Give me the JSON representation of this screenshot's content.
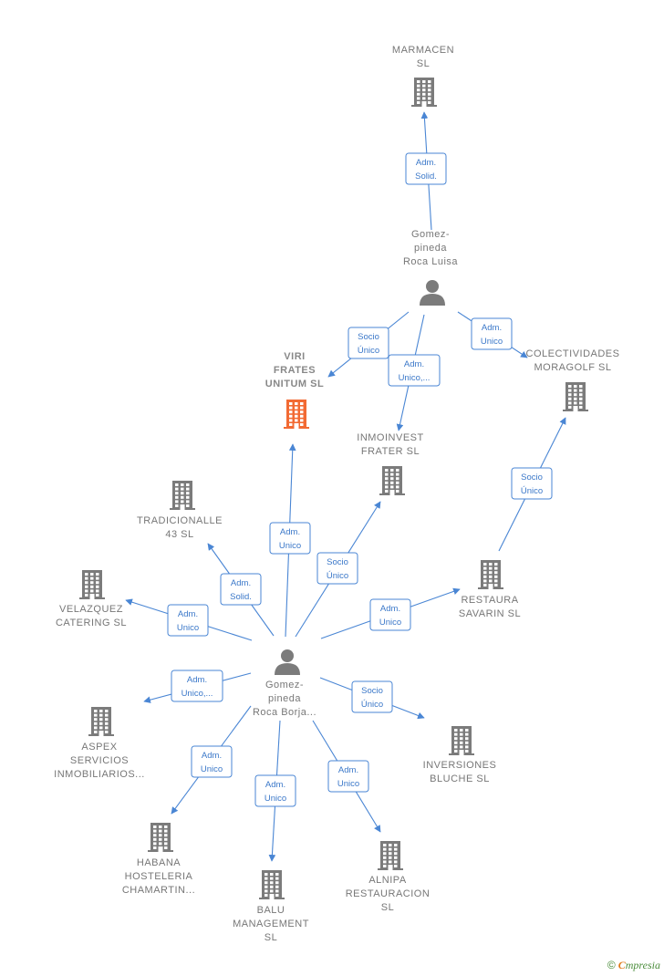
{
  "nodes": [
    {
      "id": "marmacen",
      "type": "company",
      "lines": [
        "MARMACEN",
        "SL"
      ]
    },
    {
      "id": "gomez_luisa",
      "type": "person",
      "lines": [
        "Gomez-",
        "pineda",
        "Roca Luisa"
      ]
    },
    {
      "id": "viri",
      "type": "company",
      "focus": true,
      "lines": [
        "VIRI",
        "FRATES",
        "UNITUM  SL"
      ]
    },
    {
      "id": "colectividades",
      "type": "company",
      "lines": [
        "COLECTIVIDADES",
        "MORAGOLF SL"
      ]
    },
    {
      "id": "inmoinvest",
      "type": "company",
      "lines": [
        "INMOINVEST",
        "FRATER  SL"
      ]
    },
    {
      "id": "tradicionalle",
      "type": "company",
      "lines": [
        "TRADICIONALLE",
        "43 SL"
      ]
    },
    {
      "id": "velazquez",
      "type": "company",
      "lines": [
        "VELAZQUEZ",
        "CATERING SL"
      ]
    },
    {
      "id": "restaura",
      "type": "company",
      "lines": [
        "RESTAURA",
        "SAVARIN SL"
      ]
    },
    {
      "id": "gomez_borja",
      "type": "person",
      "lines": [
        "Gomez-",
        "pineda",
        "Roca Borja..."
      ]
    },
    {
      "id": "aspex",
      "type": "company",
      "lines": [
        "ASPEX",
        "SERVICIOS",
        "INMOBILIARIOS..."
      ]
    },
    {
      "id": "inversiones",
      "type": "company",
      "lines": [
        "INVERSIONES",
        "BLUCHE  SL"
      ]
    },
    {
      "id": "habana",
      "type": "company",
      "lines": [
        "HABANA",
        "HOSTELERIA",
        "CHAMARTIN..."
      ]
    },
    {
      "id": "balu",
      "type": "company",
      "lines": [
        "BALU",
        "MANAGEMENT",
        "SL"
      ]
    },
    {
      "id": "alnipa",
      "type": "company",
      "lines": [
        "ALNIPA",
        "RESTAURACION",
        "SL"
      ]
    }
  ],
  "edges": [
    {
      "from": "gomez_luisa",
      "to": "marmacen",
      "lines": [
        "Adm.",
        "Solid."
      ]
    },
    {
      "from": "gomez_luisa",
      "to": "viri",
      "lines": [
        "Socio",
        "Único"
      ]
    },
    {
      "from": "gomez_luisa",
      "to": "inmoinvest",
      "lines": [
        "Adm.",
        "Unico,..."
      ]
    },
    {
      "from": "gomez_luisa",
      "to": "colectividades",
      "lines": [
        "Adm.",
        "Unico"
      ]
    },
    {
      "from": "restaura",
      "to": "colectividades",
      "lines": [
        "Socio",
        "Único"
      ]
    },
    {
      "from": "gomez_borja",
      "to": "viri",
      "lines": [
        "Adm.",
        "Unico"
      ]
    },
    {
      "from": "gomez_borja",
      "to": "inmoinvest",
      "lines": [
        "Socio",
        "Único"
      ]
    },
    {
      "from": "gomez_borja",
      "to": "tradicionalle",
      "lines": [
        "Adm.",
        "Solid."
      ]
    },
    {
      "from": "gomez_borja",
      "to": "velazquez",
      "lines": [
        "Adm.",
        "Unico"
      ]
    },
    {
      "from": "gomez_borja",
      "to": "restaura",
      "lines": [
        "Adm.",
        "Unico"
      ]
    },
    {
      "from": "gomez_borja",
      "to": "aspex",
      "lines": [
        "Adm.",
        "Unico,..."
      ]
    },
    {
      "from": "gomez_borja",
      "to": "inversiones",
      "lines": [
        "Socio",
        "Único"
      ]
    },
    {
      "from": "gomez_borja",
      "to": "habana",
      "lines": [
        "Adm.",
        "Unico"
      ]
    },
    {
      "from": "gomez_borja",
      "to": "balu",
      "lines": [
        "Adm.",
        "Unico"
      ]
    },
    {
      "from": "gomez_borja",
      "to": "alnipa",
      "lines": [
        "Adm.",
        "Unico"
      ]
    }
  ],
  "colors": {
    "edge": "#4a86d4",
    "node": "#7b7b7b",
    "focus": "#f26a33"
  },
  "footer": {
    "copyright": "©",
    "brand_initial": "C",
    "brand_rest": "mpresia"
  }
}
